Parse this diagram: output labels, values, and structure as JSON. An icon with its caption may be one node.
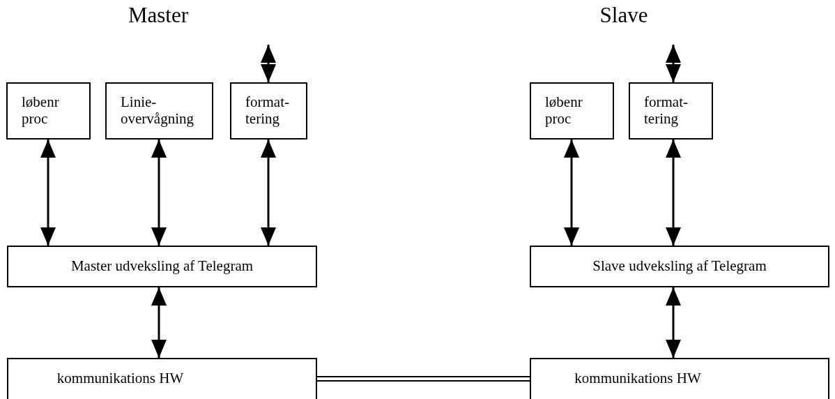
{
  "diagram": {
    "nodes": [
      {
        "text": [
          "løbenr proc"
        ]
      },
      {
        "text": [
          "Linie- overvågning"
        ]
      },
      {
        "text": [
          "format- tering"
        ]
      },
      {
        "text": [
          "Master udveksling af Telegram"
        ]
      },
      {
        "text": [
          "kommunikations HW"
        ]
      },
      {
        "text": [
          "løbenr proc"
        ]
      },
      {
        "text": [
          "format- tering"
        ]
      },
      {
        "text": [
          "Slave udveksling af Telegram"
        ]
      },
      {
        "text": [
          "kommunikations HW"
        ]
      }
    ],
    "edges": [
      {
        "from": null,
        "to": 2,
        "arrow": "both"
      },
      {
        "from": 0,
        "to": 3,
        "arrow": "both"
      },
      {
        "from": 1,
        "to": 3,
        "arrow": "both"
      },
      {
        "from": 2,
        "to": 3,
        "arrow": "both"
      },
      {
        "from": 3,
        "to": 4,
        "arrow": "both"
      },
      {
        "from": null,
        "to": 6,
        "arrow": "both"
      },
      {
        "from": 5,
        "to": 7,
        "arrow": "both"
      },
      {
        "from": 6,
        "to": 7,
        "arrow": "both"
      },
      {
        "from": 7,
        "to": 8,
        "arrow": "both"
      },
      {
        "from": 4,
        "to": 8,
        "arrow": "none"
      }
    ],
    "labels": [
      "Master",
      "Slave"
    ]
  }
}
